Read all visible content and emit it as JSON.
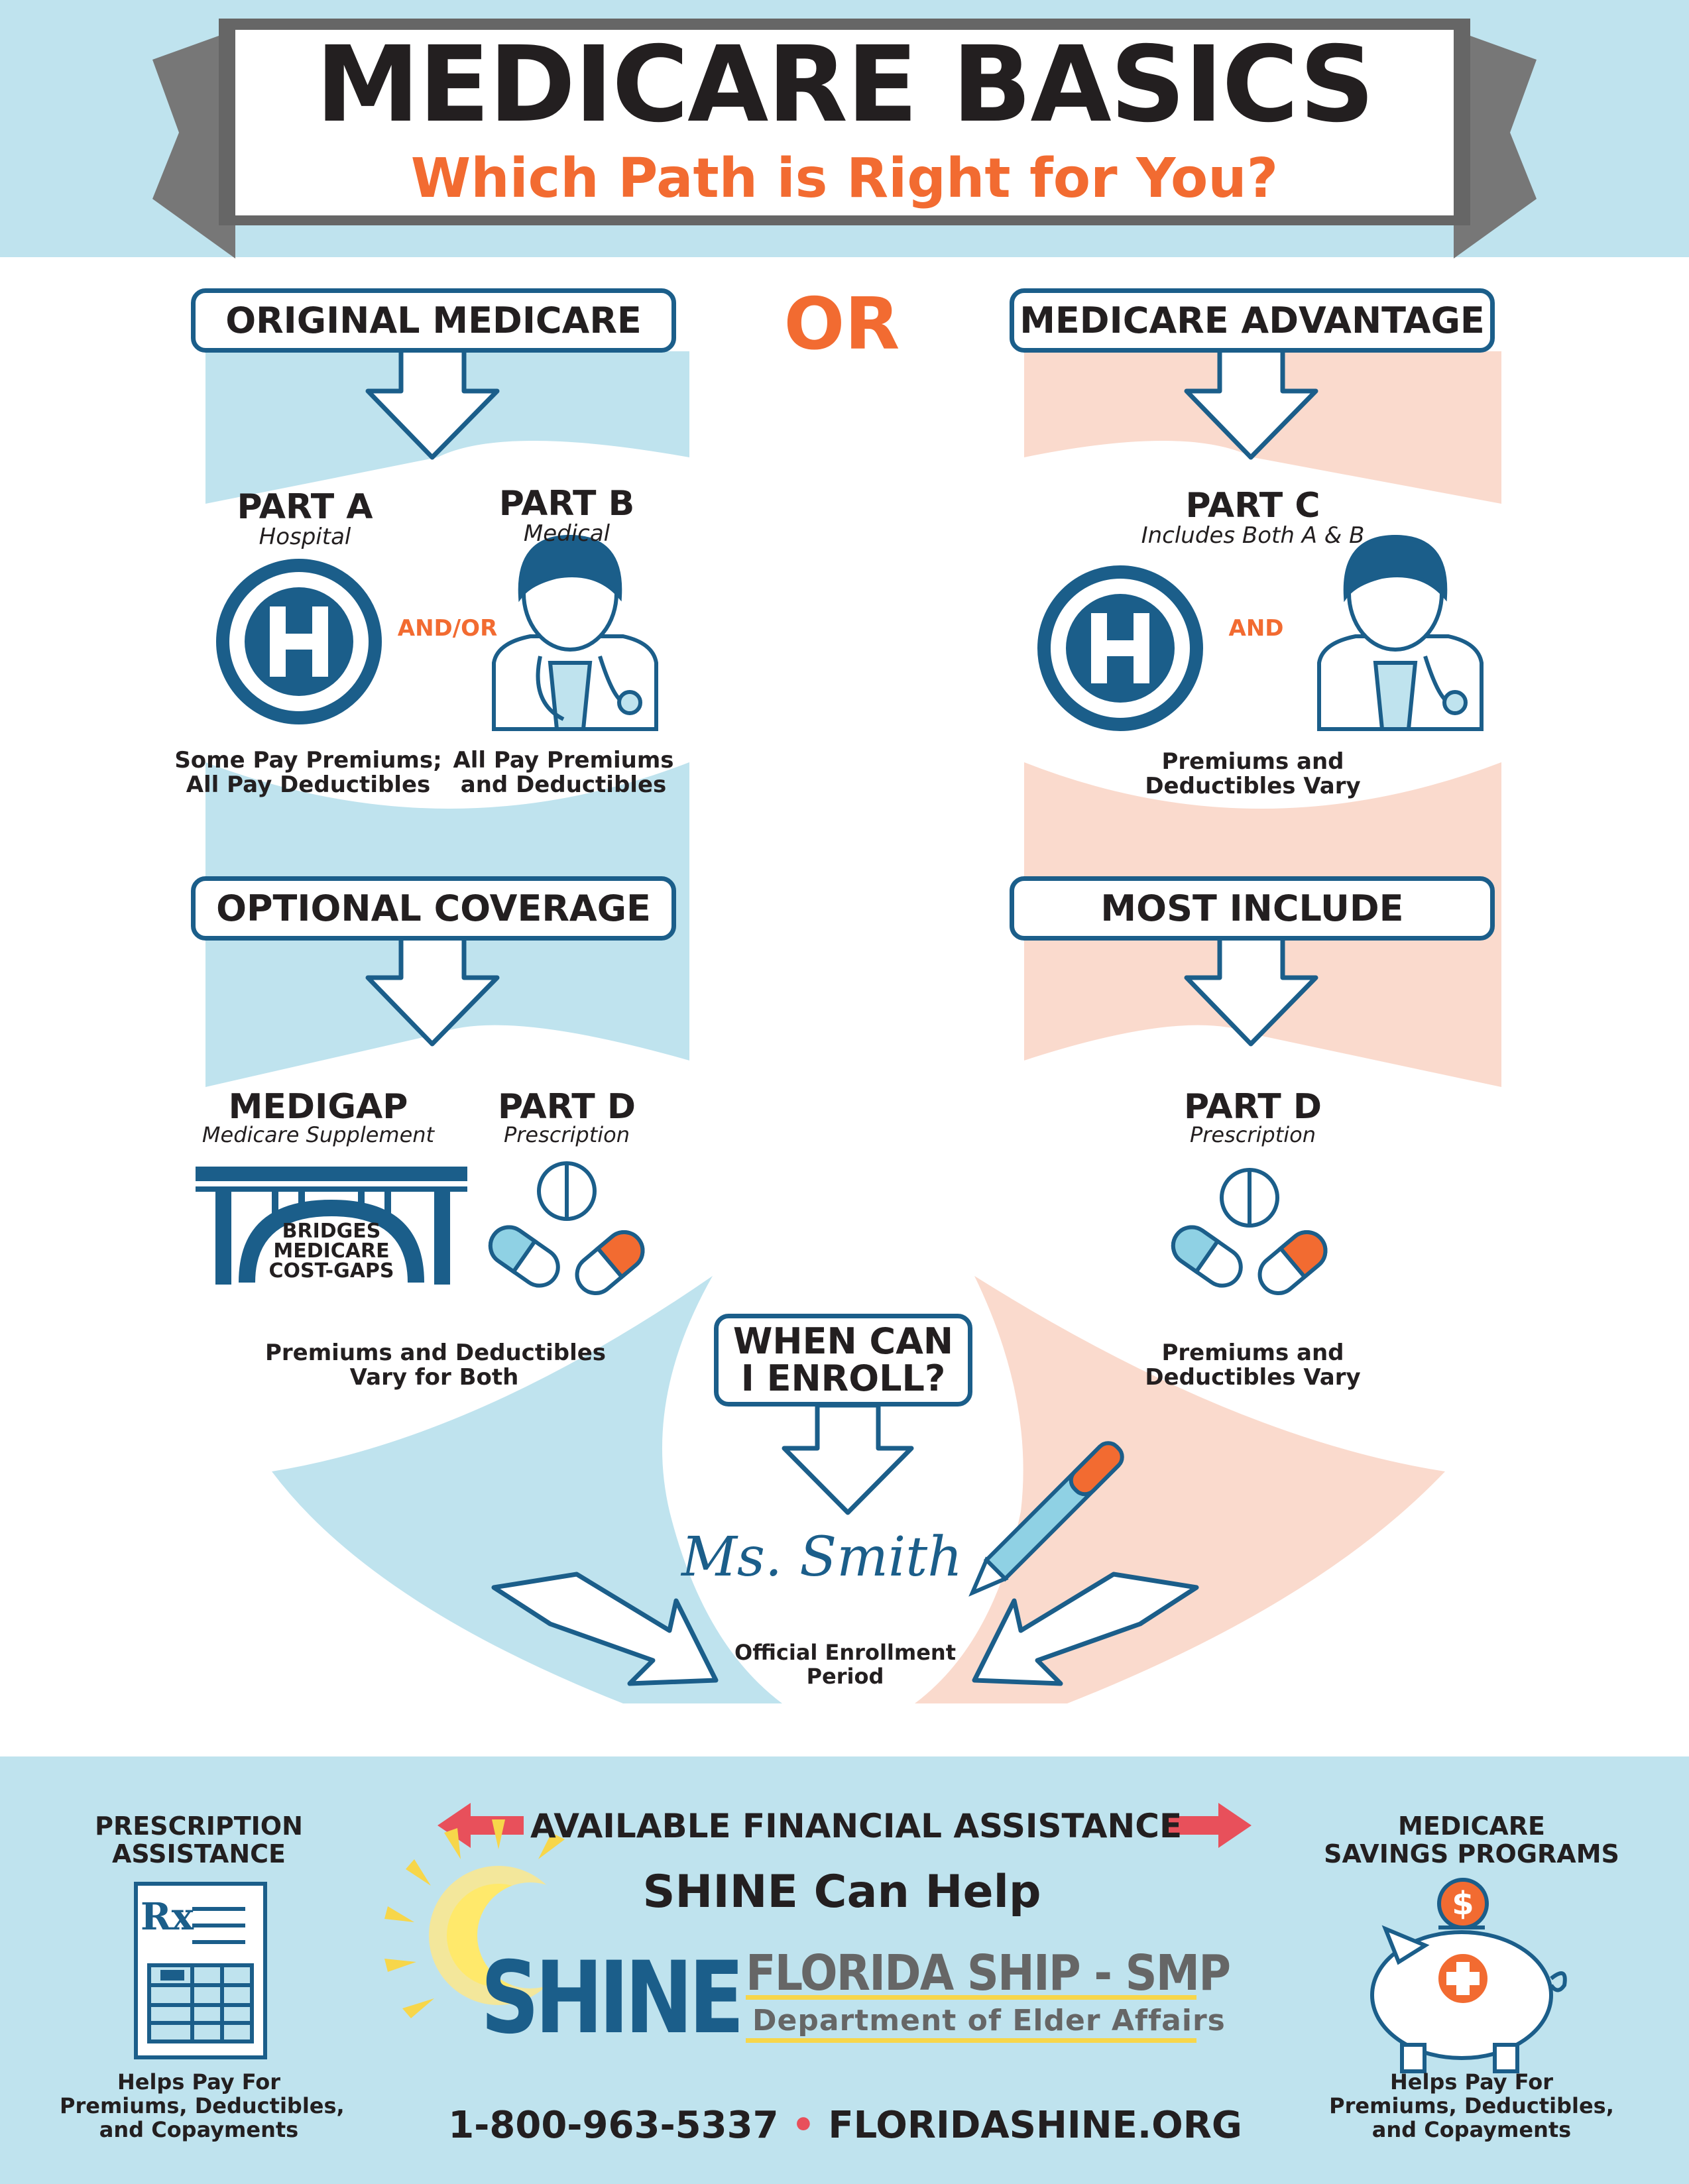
{
  "header": {
    "title": "MEDICARE BASICS",
    "subtitle": "Which Path is Right for You?"
  },
  "paths": {
    "or_label": "OR",
    "original": {
      "heading": "ORIGINAL MEDICARE",
      "part_a": {
        "name": "PART A",
        "desc": "Hospital",
        "note_line1": "Some Pay Premiums;",
        "note_line2": "All Pay Deductibles"
      },
      "connector": "AND/OR",
      "part_b": {
        "name": "PART B",
        "desc": "Medical",
        "note_line1": "All Pay Premiums",
        "note_line2": "and Deductibles"
      },
      "optional_heading": "OPTIONAL COVERAGE",
      "medigap": {
        "name": "MEDIGAP",
        "desc": "Medicare Supplement",
        "bridge_line1": "BRIDGES",
        "bridge_line2": "MEDICARE",
        "bridge_line3": "COST-GAPS"
      },
      "part_d": {
        "name": "PART D",
        "desc": "Prescription"
      },
      "note_line1": "Premiums and Deductibles",
      "note_line2": "Vary for Both"
    },
    "advantage": {
      "heading": "MEDICARE ADVANTAGE",
      "part_c": {
        "name": "PART C",
        "desc": "Includes Both A & B",
        "note_line1": "Premiums and",
        "note_line2": "Deductibles Vary"
      },
      "connector": "AND",
      "most_include_heading": "MOST INCLUDE",
      "part_d": {
        "name": "PART D",
        "desc": "Prescription",
        "note_line1": "Premiums and",
        "note_line2": "Deductibles Vary"
      }
    },
    "enroll": {
      "question_line1": "WHEN CAN",
      "question_line2": "I ENROLL?",
      "signature": "Ms. Smith",
      "caption_line1": "Official Enrollment",
      "caption_line2": "Period"
    }
  },
  "footer": {
    "assistance_label": "AVAILABLE FINANCIAL ASSISTANCE",
    "help_label": "SHINE Can Help",
    "left": {
      "title_line1": "PRESCRIPTION",
      "title_line2": "ASSISTANCE",
      "desc_line1": "Helps Pay For",
      "desc_line2": "Premiums, Deductibles,",
      "desc_line3": "and Copayments",
      "rx_symbol": "Rx"
    },
    "right": {
      "title_line1": "MEDICARE",
      "title_line2": "SAVINGS PROGRAMS",
      "desc_line1": "Helps Pay For",
      "desc_line2": "Premiums, Deductibles,",
      "desc_line3": "and Copayments",
      "coin_symbol": "$"
    },
    "logo": {
      "shine": "SHINE",
      "program": "FLORIDA SHIP - SMP",
      "department": "Department of Elder Affairs"
    },
    "phone": "1-800-963-5337",
    "separator": "•",
    "website": "FLORIDASHINE.ORG"
  },
  "colors": {
    "light_blue": "#bfe3ee",
    "peach": "#fadacd",
    "navy": "#1b5e8a",
    "orange": "#f26b31",
    "dark_text": "#231f20",
    "ribbon_gray": "#7a7a7a"
  },
  "icons": [
    "hospital-icon",
    "doctor-icon",
    "bridge-icon",
    "pills-icon",
    "pen-icon",
    "prescription-pad-icon",
    "piggy-bank-icon",
    "sun-icon",
    "arrow-down-icon"
  ]
}
